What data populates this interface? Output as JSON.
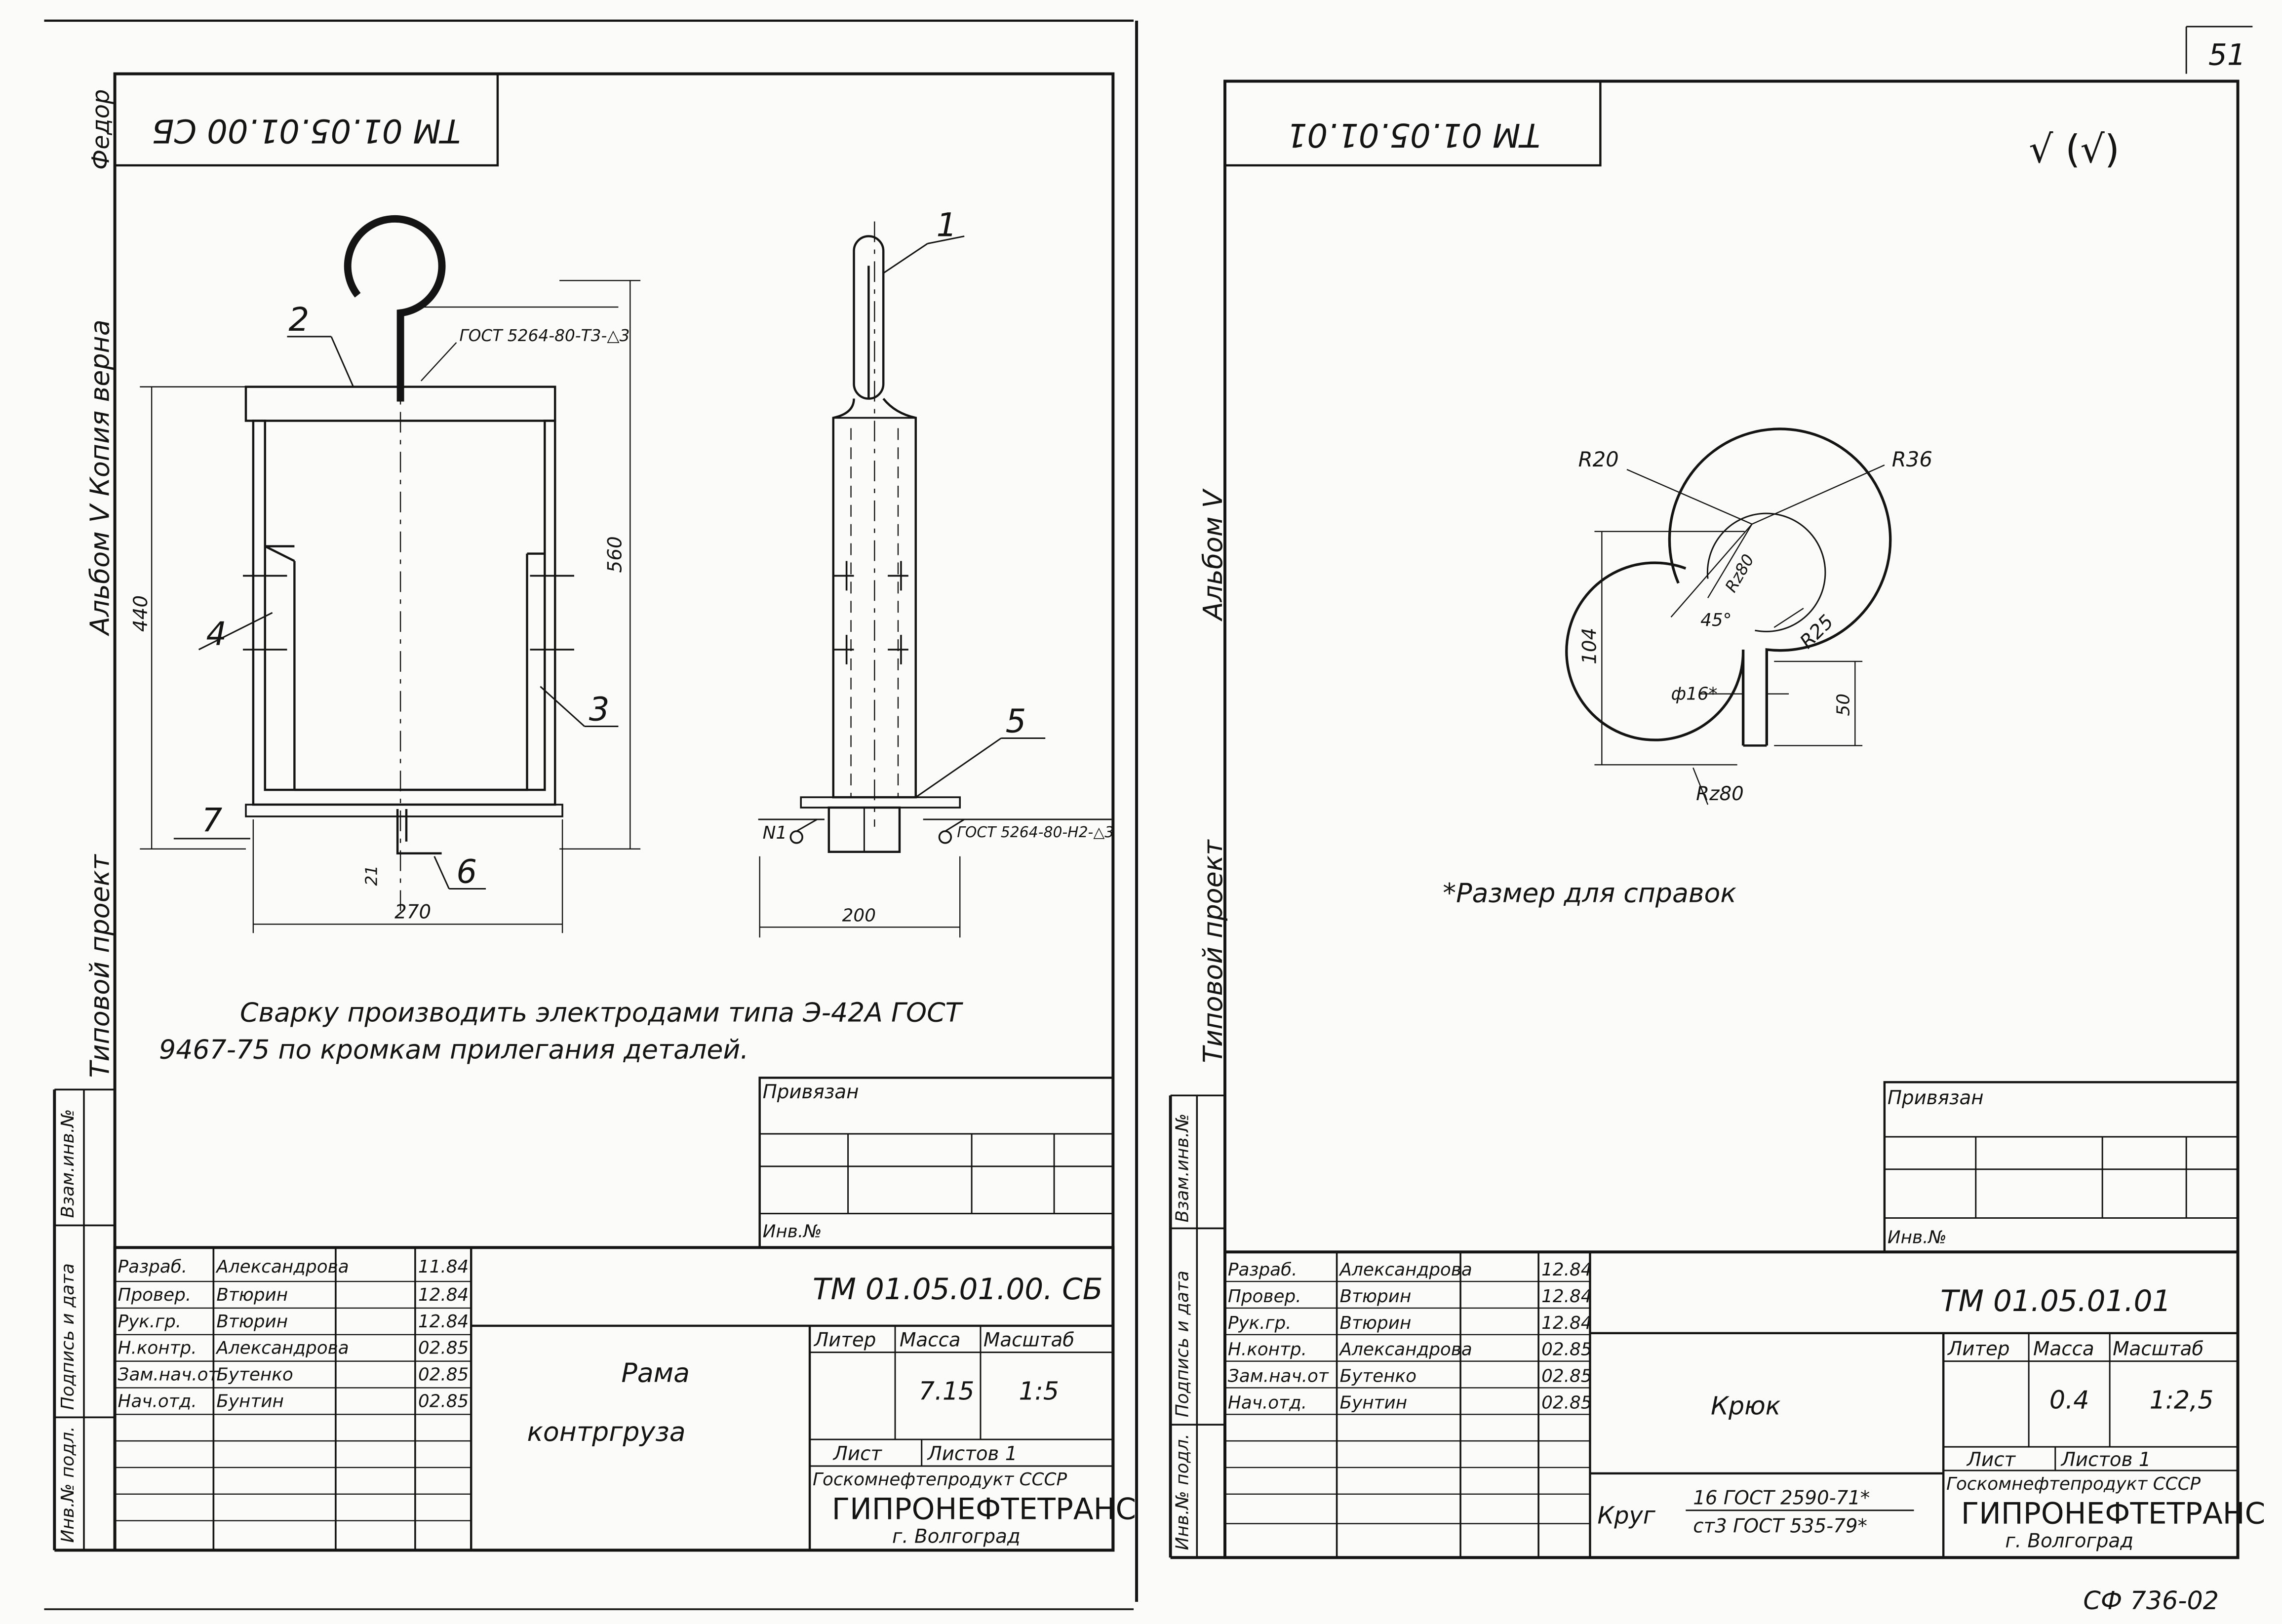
{
  "page_number": "51",
  "sheet_code": "СФ 736-02",
  "left_sheet": {
    "rotated_code": "ТМ 01.05.01.00 СБ",
    "margin_text": {
      "album_copy": "Альбом Ⅴ  Копия верна",
      "copy_sign": "Федор",
      "typical_project": "Типовой проект"
    },
    "side_stamp": [
      "Инв.№ подл.",
      "Подпись и дата",
      "Взам.инв.№"
    ],
    "labels": {
      "p1": "1",
      "p2": "2",
      "p3": "3",
      "p4": "4",
      "p5": "5",
      "p6": "6",
      "p7": "7",
      "gost_top": "ГОСТ 5264-80-Т3-△3",
      "gost_right": "ГОСТ 5264-80-Н2-△3",
      "n1": "N1",
      "dim_560": "560",
      "dim_440": "440",
      "dim_270": "270",
      "dim_200": "200",
      "dim_21": "21"
    },
    "note": [
      "Сварку производить электродами типа Э-42А ГОСТ",
      "9467-75 по кромкам прилегания деталей."
    ],
    "privyazan": "Привязан",
    "inv_no": "Инв.№",
    "title_block": {
      "rows": [
        {
          "role": "Разраб.",
          "name": "Александрова",
          "date": "11.84"
        },
        {
          "role": "Провер.",
          "name": "Втюрин",
          "date": "12.84"
        },
        {
          "role": "Рук.гр.",
          "name": "Втюрин",
          "date": "12.84"
        },
        {
          "role": "Н.контр.",
          "name": "Александрова",
          "date": "02.85"
        },
        {
          "role": "Зам.нач.от",
          "name": "Бутенко",
          "date": "02.85"
        },
        {
          "role": "Нач.отд.",
          "name": "Бунтин",
          "date": "02.85"
        }
      ],
      "doc_code": "ТМ 01.05.01.00. СБ",
      "part_name": [
        "Рама",
        "контргруза"
      ],
      "litera_label": "Литер",
      "mass_label": "Масса",
      "scale_label": "Масштаб",
      "mass": "7.15",
      "scale": "1:5",
      "sheet_label": "Лист",
      "sheets_label": "Листов 1",
      "org1": "Госкомнефтепродукт СССР",
      "org2": "ГИПРОНЕФТЕТРАНС",
      "org3": "г. Волгоград"
    }
  },
  "right_sheet": {
    "rotated_code": "ТМ 01.05.01.01",
    "margin_text": {
      "album": "Альбом Ⅴ",
      "typical_project": "Типовой проект"
    },
    "side_stamp": [
      "Инв.№ подл.",
      "Подпись и дата",
      "Взам.инв.№"
    ],
    "roughness": "√ (√)",
    "labels": {
      "r20": "R20",
      "r36": "R36",
      "r25": "R25",
      "rz80a": "Rz80",
      "rz80b": "Rz80",
      "ang45": "45°",
      "d16": "ф16*",
      "dim_104": "104",
      "dim_50": "50"
    },
    "footnote": "*Размер для справок",
    "privyazan": "Привязан",
    "inv_no": "Инв.№",
    "title_block": {
      "rows": [
        {
          "role": "Разраб.",
          "name": "Александрова",
          "date": "12.84"
        },
        {
          "role": "Провер.",
          "name": "Втюрин",
          "date": "12.84"
        },
        {
          "role": "Рук.гр.",
          "name": "Втюрин",
          "date": "12.84"
        },
        {
          "role": "Н.контр.",
          "name": "Александрова",
          "date": "02.85"
        },
        {
          "role": "Зам.нач.от",
          "name": "Бутенко",
          "date": "02.85"
        },
        {
          "role": "Нач.отд.",
          "name": "Бунтин",
          "date": "02.85"
        }
      ],
      "doc_code": "ТМ 01.05.01.01",
      "part_name": "Крюк",
      "material_label": "Круг",
      "material_top": "16  ГОСТ 2590-71*",
      "material_bottom": "ст3  ГОСТ 535-79*",
      "litera_label": "Литер",
      "mass_label": "Масса",
      "scale_label": "Масштаб",
      "mass": "0.4",
      "scale": "1:2,5",
      "sheet_label": "Лист",
      "sheets_label": "Листов 1",
      "org1": "Госкомнефтепродукт СССР",
      "org2": "ГИПРОНЕФТЕТРАНС",
      "org3": "г. Волгоград"
    }
  }
}
